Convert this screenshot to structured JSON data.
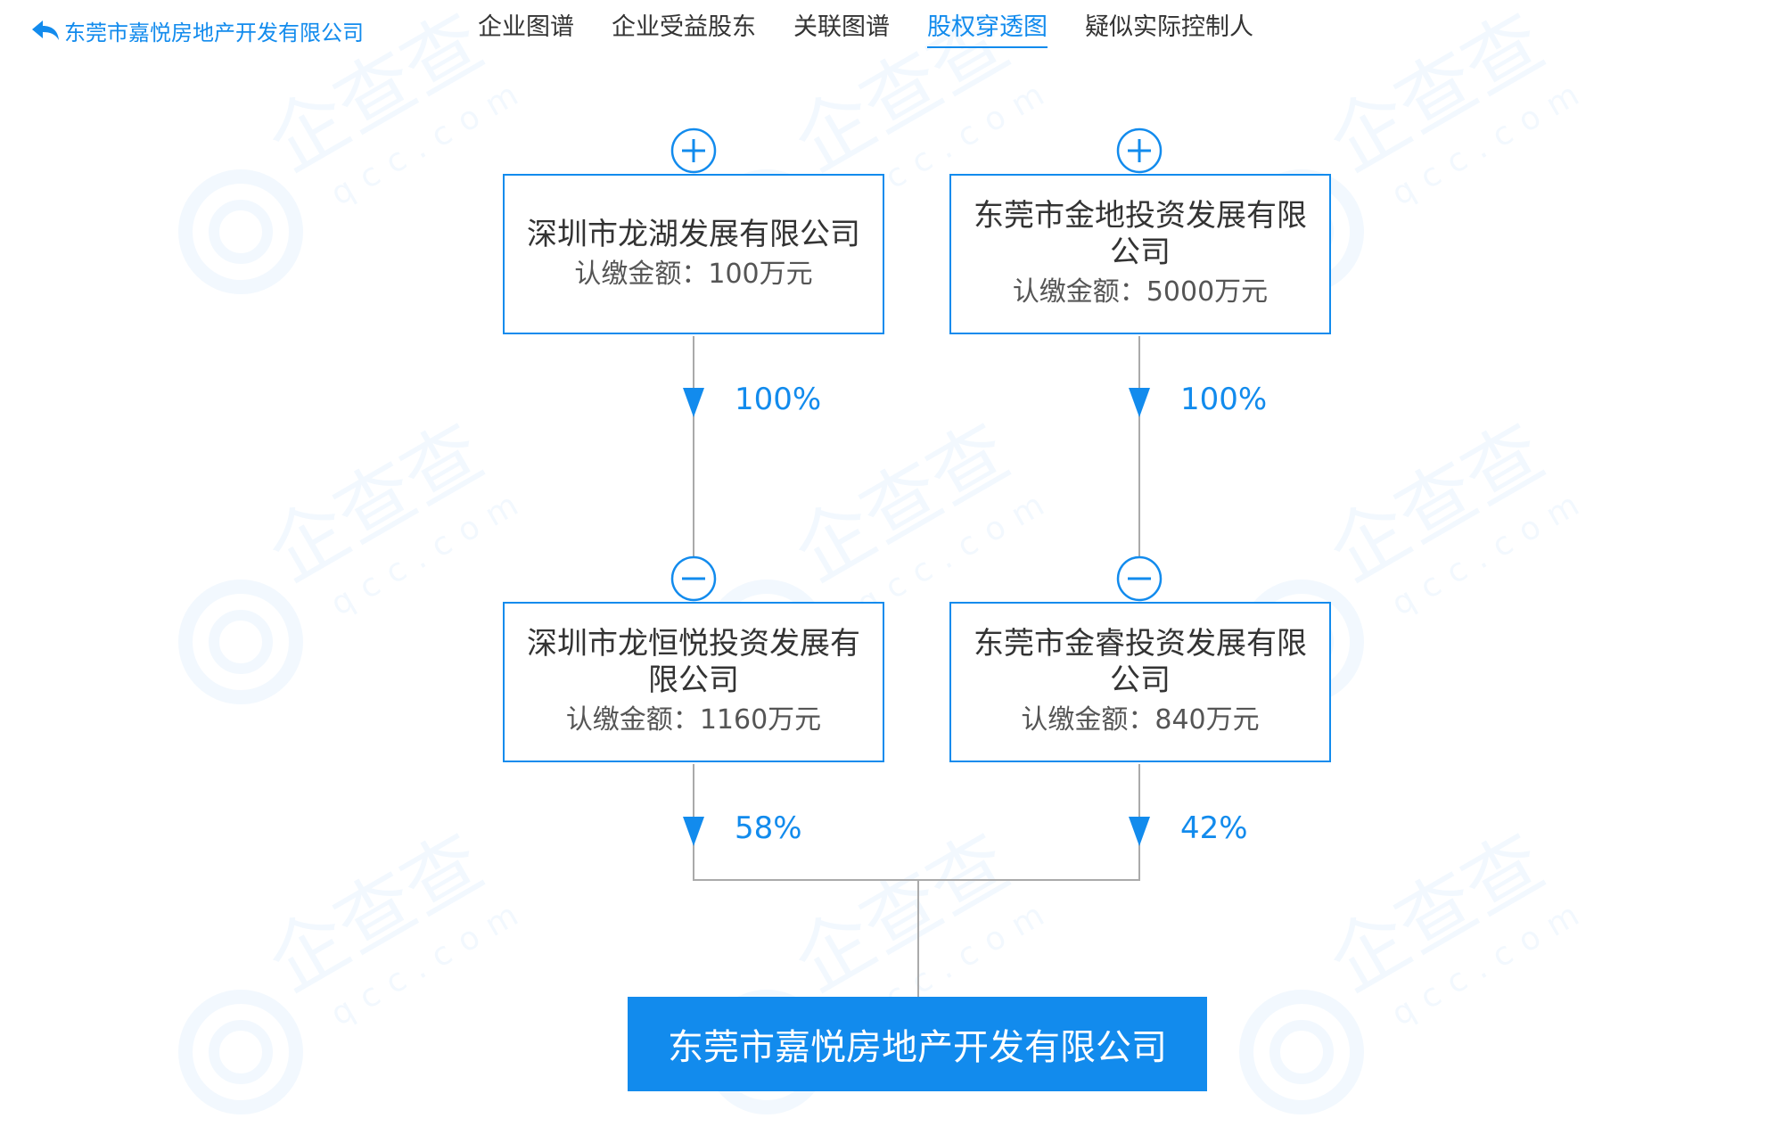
{
  "header": {
    "back_label": "东莞市嘉悦房地产开发有限公司",
    "back_icon": "back-arrow-icon"
  },
  "tabs": [
    {
      "label": "企业图谱",
      "active": false
    },
    {
      "label": "企业受益股东",
      "active": false
    },
    {
      "label": "关联图谱",
      "active": false
    },
    {
      "label": "股权穿透图",
      "active": true
    },
    {
      "label": "疑似实际控制人",
      "active": false
    }
  ],
  "watermark": {
    "text": "企查查",
    "domain": "qcc.com"
  },
  "colors": {
    "accent": "#128bed",
    "line": "#aaaaaa",
    "text": "#333333"
  },
  "diagram": {
    "top_nodes": [
      {
        "name": "深圳市龙湖发展有限公司",
        "amount_label": "认缴金额：",
        "amount_value": "100",
        "amount_unit": "万元",
        "percent": "100%",
        "toggle_icon": "expand-plus-icon"
      },
      {
        "name": "东莞市金地投资发展有限公司",
        "amount_label": "认缴金额：",
        "amount_value": "5000",
        "amount_unit": "万元",
        "percent": "100%",
        "toggle_icon": "expand-plus-icon"
      }
    ],
    "middle_nodes": [
      {
        "name": "深圳市龙恒悦投资发展有限公司",
        "amount_label": "认缴金额：",
        "amount_value": "1160",
        "amount_unit": "万元",
        "percent": "58%",
        "toggle_icon": "collapse-minus-icon"
      },
      {
        "name": "东莞市金睿投资发展有限公司",
        "amount_label": "认缴金额：",
        "amount_value": "840",
        "amount_unit": "万元",
        "percent": "42%",
        "toggle_icon": "collapse-minus-icon"
      }
    ],
    "target": {
      "name": "东莞市嘉悦房地产开发有限公司"
    }
  }
}
